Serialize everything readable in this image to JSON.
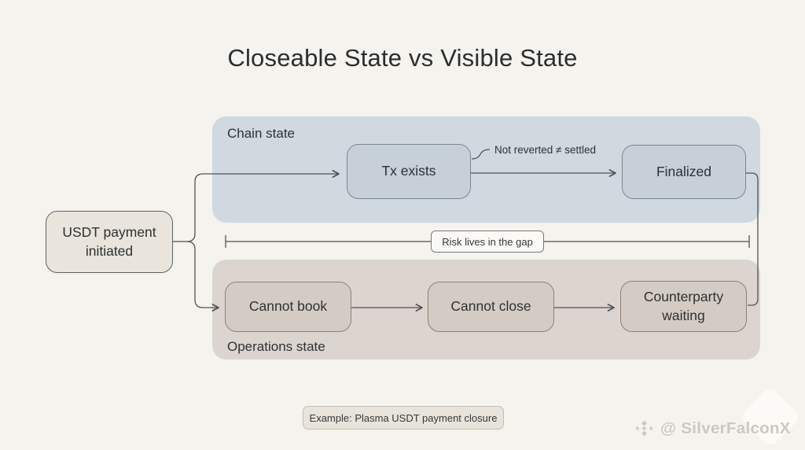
{
  "title": "Closeable State vs Visible State",
  "source": {
    "label": "USDT payment initiated"
  },
  "chain": {
    "label": "Chain state",
    "nodes": [
      "Tx exists",
      "Finalized"
    ],
    "annotation": "Not reverted ≠ settled"
  },
  "gap": {
    "label": "Risk lives in the gap"
  },
  "operations": {
    "label": "Operations state",
    "nodes": [
      "Cannot book",
      "Cannot close",
      "Counterparty waiting"
    ]
  },
  "caption": "Example: Plasma USDT payment closure",
  "watermark": {
    "handle": "@ SilverFalconX",
    "icon": "diamond-logo-icon"
  },
  "colors": {
    "background": "#f5f3ee",
    "chain_region": "#d0d8e0",
    "chain_node": "#c7cfd9",
    "ops_region": "#dcd4cf",
    "ops_node": "#d4ccc4",
    "source_node": "#e9e5dc",
    "line": "#4f5254",
    "text": "#2d3033",
    "watermark": "#cbc8c1"
  }
}
